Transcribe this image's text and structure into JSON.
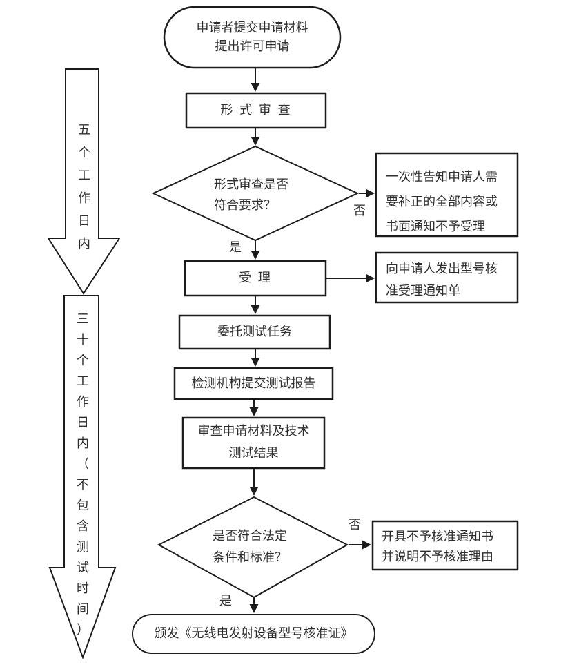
{
  "flowchart": {
    "title_hint": "无线电发射设备型号核准流程图",
    "nodes": {
      "start": {
        "label": "申请者提交申请材料\n提出许可申请"
      },
      "formal_review": {
        "label": "形 式 审 查"
      },
      "decision_formal": {
        "label": "形式审查是否\n符合要求？"
      },
      "notify_correction": {
        "label": "一次性告知申请人需\n要补正的全部内容或\n书面通知不予受理"
      },
      "accept": {
        "label": "受  理"
      },
      "acceptance_notice": {
        "label": "向申请人发出型号核\n准受理通知单"
      },
      "delegate_test": {
        "label": "委托测试任务"
      },
      "test_report": {
        "label": "检测机构提交测试报告"
      },
      "review_materials": {
        "label": "审查申请材料及技术\n测试结果"
      },
      "decision_legal": {
        "label": "是否符合法定\n条件和标准？"
      },
      "rejection_notice": {
        "label": "开具不予核准通知书\n并说明不予核准理由"
      },
      "issue_certificate": {
        "label": "颁发《无线电发射设备型号核准证》"
      }
    },
    "edge_labels": {
      "formal_no": "否",
      "formal_yes": "是",
      "legal_no": "否",
      "legal_yes": "是"
    },
    "timelines": {
      "five_days": "五\n个\n工\n作\n日\n内",
      "thirty_days": "三\n十\n个\n工\n作\n日\n内\n（\n不\n包\n含\n测\n试\n时\n间\n）"
    },
    "colors": {
      "stroke": "#1c1c1c",
      "text": "#2e2e2e",
      "background": "#ffffff"
    }
  }
}
